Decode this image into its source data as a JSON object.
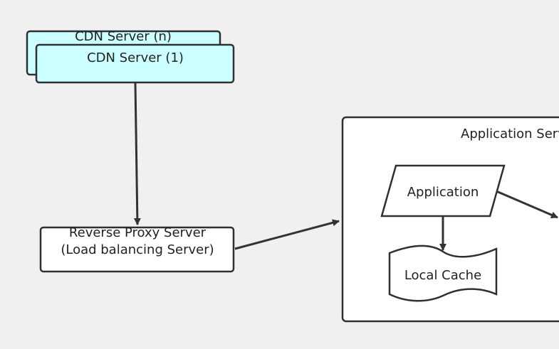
{
  "diagram": {
    "nodes": {
      "cdn_n": {
        "label": "CDN Server (n)"
      },
      "cdn_1": {
        "label": "CDN Server (1)"
      },
      "reverse_proxy": {
        "label_line1": "Reverse Proxy Server",
        "label_line2": "(Load balancing Server)"
      },
      "app_server_group": {
        "label": "Application Server"
      },
      "application": {
        "label": "Application"
      },
      "local_cache": {
        "label": "Local Cache"
      }
    },
    "edges": [
      {
        "from": "cdn_1",
        "to": "reverse_proxy"
      },
      {
        "from": "reverse_proxy",
        "to": "app_server_group"
      },
      {
        "from": "application",
        "to": "local_cache"
      },
      {
        "from": "application",
        "to": "offscreen-right"
      }
    ]
  },
  "colors": {
    "background": "#f0f0f0",
    "cdn_fill": "#ccffff",
    "box_fill": "#ffffff",
    "stroke": "#2d3035",
    "edge": "#333333"
  }
}
